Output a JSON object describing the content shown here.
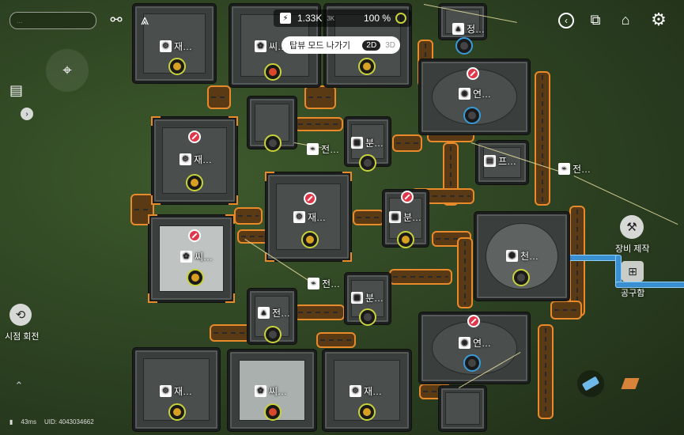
{
  "hud": {
    "search_placeholder": "...",
    "resource_value": "1.33K",
    "resource_rate": "3K",
    "power_percent": "100 %",
    "toggle_label": "탑뷰 모드 나가기",
    "toggle_option_2d": "2D",
    "toggle_option_3d": "3D",
    "ping": "43ms",
    "uid": "UID: 4043034662",
    "rotate_label": "시점 회전",
    "craft_label": "장비 제작",
    "toolbox_label": "공구함"
  },
  "buildings": [
    {
      "id": "b1",
      "label": "재…"
    },
    {
      "id": "b2",
      "label": "씨…"
    },
    {
      "id": "b3",
      "label": "…"
    },
    {
      "id": "b4",
      "label": "정…"
    },
    {
      "id": "b5",
      "label": "연…"
    },
    {
      "id": "b6",
      "label": "재…"
    },
    {
      "id": "b7",
      "label": "전…"
    },
    {
      "id": "b8",
      "label": "분…"
    },
    {
      "id": "b9",
      "label": "프…"
    },
    {
      "id": "b10",
      "label": "전…"
    },
    {
      "id": "b11",
      "label": "재…"
    },
    {
      "id": "b12",
      "label": "분…"
    },
    {
      "id": "b13",
      "label": "씨…"
    },
    {
      "id": "b14",
      "label": "전…"
    },
    {
      "id": "b15",
      "label": "천…"
    },
    {
      "id": "b16",
      "label": "분…"
    },
    {
      "id": "b17",
      "label": "전…"
    },
    {
      "id": "b18",
      "label": "연…"
    },
    {
      "id": "b19",
      "label": "재…"
    },
    {
      "id": "b20",
      "label": "씨…"
    },
    {
      "id": "b21",
      "label": "재…"
    }
  ],
  "colors": {
    "belt": "#e8892a",
    "blocked": "#e0384a",
    "pipe": "#3a8fd0"
  }
}
